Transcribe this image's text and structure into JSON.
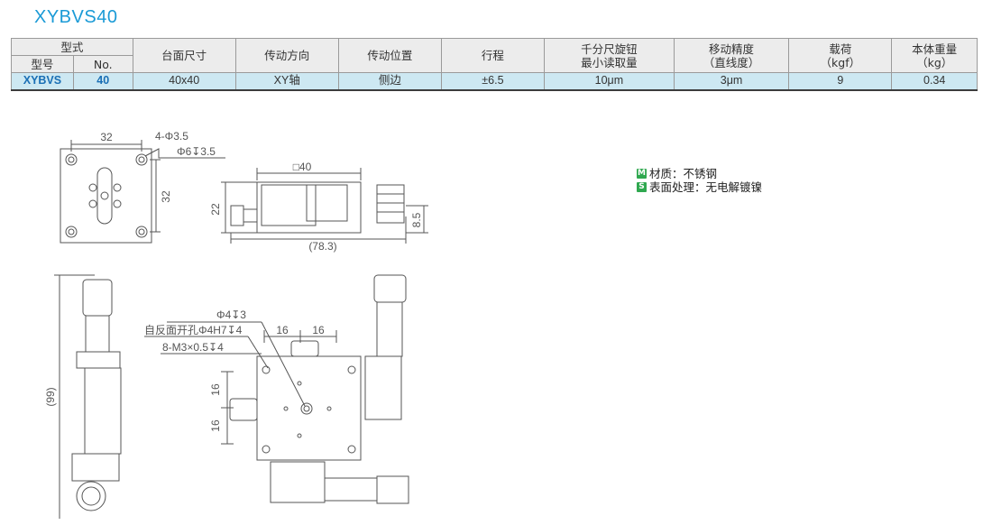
{
  "title": "XYBVS40",
  "table": {
    "group_header": "型式",
    "sub_headers": [
      "型号",
      "No."
    ],
    "columns": [
      "台面尺寸",
      "传动方向",
      "传动位置",
      "行程",
      "千分尺旋钮\n最小读取量",
      "移动精度\n（直线度）",
      "载荷\n（kgf）",
      "本体重量\n（kg）"
    ],
    "row": [
      "XYBVS",
      "40",
      "40x40",
      "XY轴",
      "侧边",
      "±6.5",
      "10μm",
      "3μm",
      "9",
      "0.34"
    ]
  },
  "notes": [
    {
      "badge": "M",
      "text": "材质：不锈钢"
    },
    {
      "badge": "S",
      "text": "表面处理：无电解镀镍"
    }
  ],
  "drawing_labels": {
    "d32_top": "32",
    "hole1": "4-Φ3.5",
    "hole2": "Φ6↧3.5",
    "d32_side": "32",
    "sq40": "□40",
    "d22": "22",
    "d85": "8.5",
    "d783": "(78.3)",
    "d99": "(99)",
    "phi4": "Φ4↧3",
    "backhole": "自反面开孔Φ4H7↧4",
    "m3": "8-M3×0.5↧4",
    "d16a": "16",
    "d16b": "16",
    "d16c": "16",
    "d16d": "16"
  }
}
